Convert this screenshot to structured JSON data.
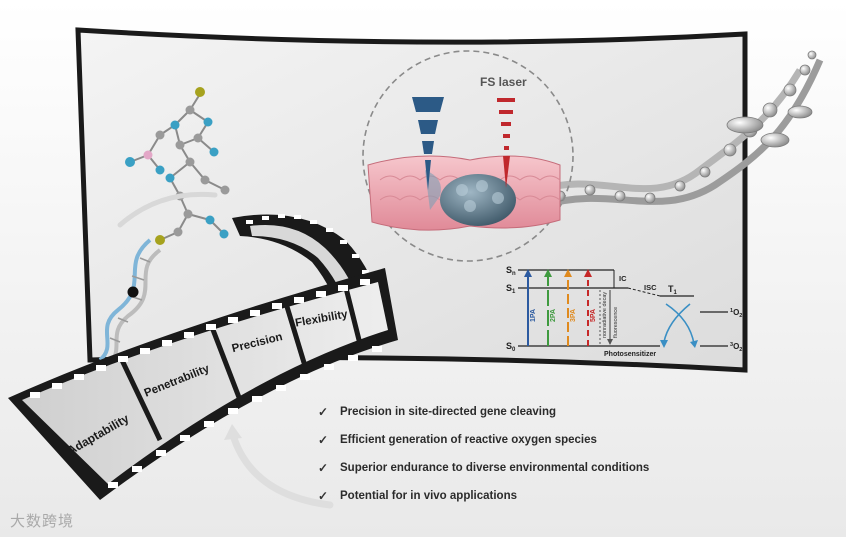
{
  "laser_label": "FS laser",
  "film_frames": [
    "Adaptability",
    "Penetrability",
    "Precision",
    "Flexibility"
  ],
  "jablonski": {
    "levels": {
      "sn": "S",
      "sn_sub": "n",
      "s1": "S",
      "s1_sub": "1",
      "s0": "S",
      "s0_sub": "0",
      "t1": "T",
      "t1_sub": "1"
    },
    "ic": "IC",
    "isc": "ISC",
    "photon_labels": [
      "1PA",
      "2PA",
      "3PA",
      "5PA"
    ],
    "nonradiative": "nonradiative decay",
    "fluorescence": "fluorescence",
    "photosensitizer": "Photosensitizer",
    "singlet_oxygen": "O",
    "singlet_oxygen_sup": "1",
    "singlet_oxygen_sub": "2",
    "triplet_oxygen": "O",
    "triplet_oxygen_sup": "3",
    "triplet_oxygen_sub": "2",
    "photon_colors": [
      "#2c5aa0",
      "#3f9a3f",
      "#e08a1e",
      "#c62828"
    ]
  },
  "features": [
    "Precision in site-directed gene cleaving",
    "Efficient generation of reactive oxygen species",
    "Superior endurance to diverse environmental conditions",
    "Potential for in vivo applications"
  ],
  "watermark": "大数跨境"
}
